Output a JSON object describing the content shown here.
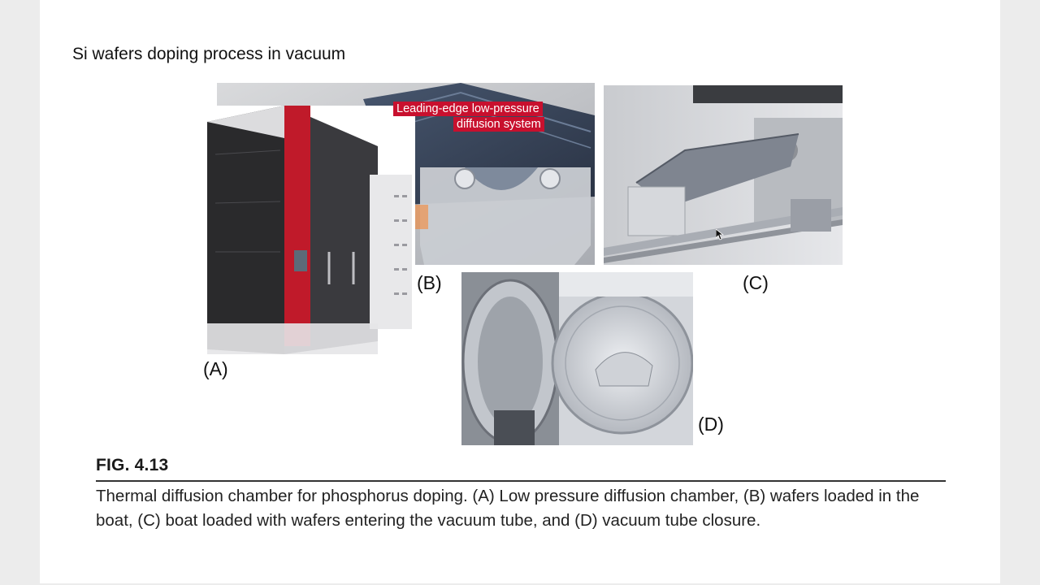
{
  "slide_title": "Si wafers doping process in vacuum",
  "panels": {
    "a_label": "(A)",
    "b_label": "(B)",
    "c_label": "(C)",
    "d_label": "(D)",
    "b_banner_line1": "Leading-edge low-pressure",
    "b_banner_line2": "diffusion system"
  },
  "figure": {
    "title": "FIG. 4.13",
    "caption": "Thermal diffusion chamber for phosphorus doping. (A) Low pressure diffusion chamber, (B) wafers loaded in the boat, (C) boat loaded with wafers entering the vacuum tube, and (D) vacuum tube closure."
  },
  "colors": {
    "accent_red": "#c8102e",
    "slide_background": "#ffffff",
    "page_background": "#ececec"
  }
}
